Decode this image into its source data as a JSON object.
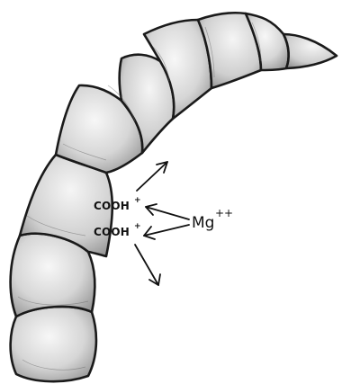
{
  "labels": {
    "cooh_top": "COOH",
    "cooh_top_charge": "+",
    "cooh_bottom": "COOH",
    "cooh_bottom_charge": "+",
    "ion": "Mg",
    "ion_charge": "++"
  },
  "colors": {
    "ink": "#111111",
    "segment_fill_light": "#f2f2f2",
    "segment_fill_dark": "#9a9a9a",
    "background": "#ffffff"
  }
}
